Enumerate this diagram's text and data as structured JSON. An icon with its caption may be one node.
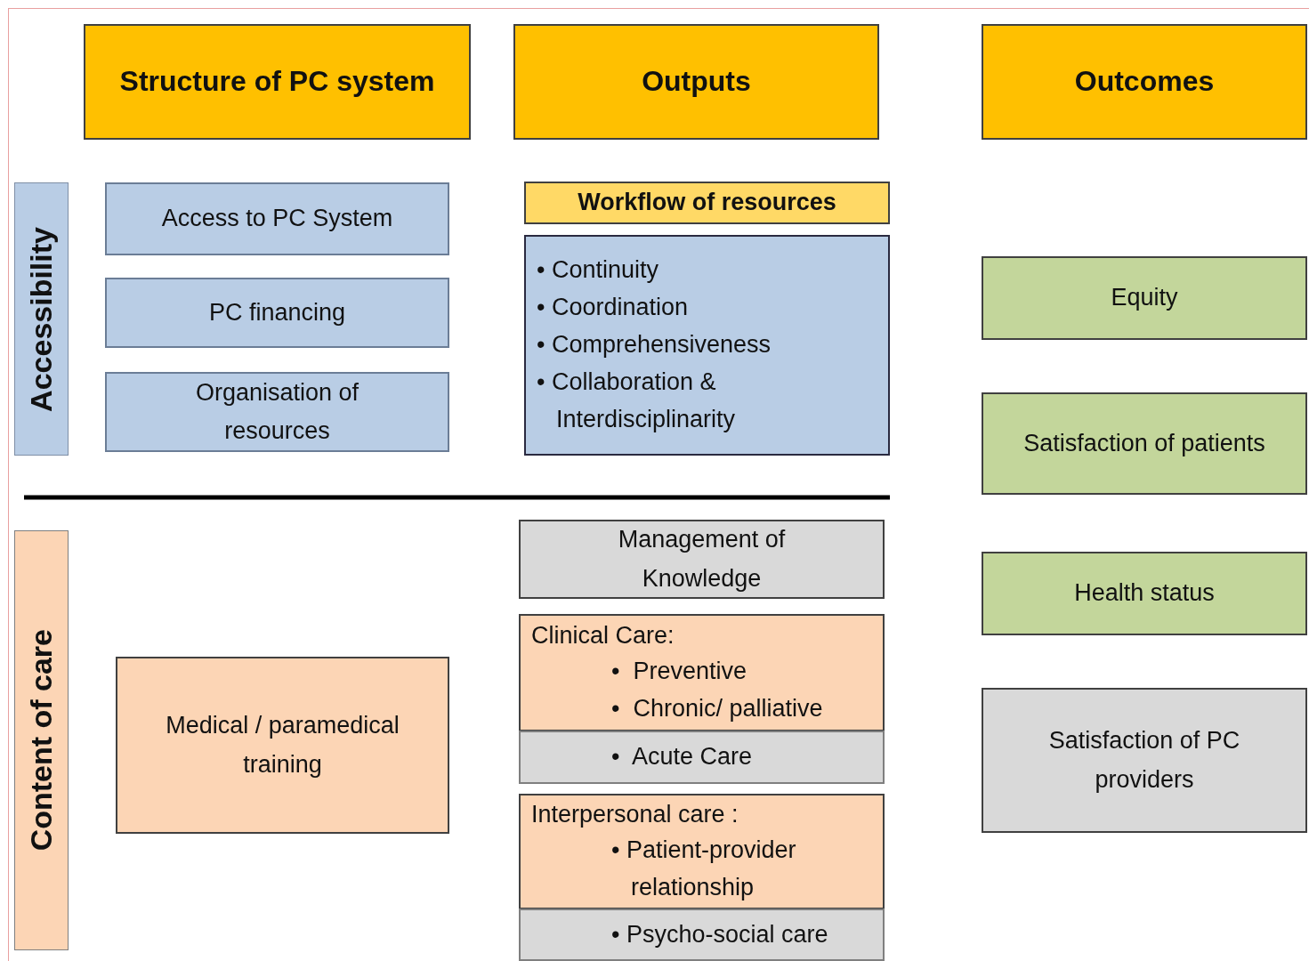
{
  "diagram": {
    "nodes": [
      {
        "text": [
          "Structure of PC system"
        ]
      },
      {
        "text": [
          "Outputs"
        ]
      },
      {
        "text": [
          "Outcomes"
        ]
      },
      {
        "text": [
          "Accessibility"
        ]
      },
      {
        "text": [
          "Access to PC System"
        ]
      },
      {
        "text": [
          "PC financing"
        ]
      },
      {
        "text": [
          "Organisation of resources"
        ]
      },
      {
        "text": [
          "Workflow of resources"
        ]
      },
      {
        "text": [
          "• Continuity",
          "• Coordination",
          "• Comprehensiveness",
          "• Collaboration & Interdisciplinarity"
        ]
      },
      {
        "text": [
          "Equity"
        ]
      },
      {
        "text": [
          "Satisfaction of patients"
        ]
      },
      {
        "text": [
          "Content of care"
        ]
      },
      {
        "text": [
          "Management of Knowledge"
        ]
      },
      {
        "text": [
          "Medical / paramedical training"
        ]
      },
      {
        "text": [
          "Clinical Care:",
          "•  Preventive",
          "•  Chronic/ palliative"
        ]
      },
      {
        "text": [
          "•  Acute Care"
        ]
      },
      {
        "text": [
          "Health status"
        ]
      },
      {
        "text": [
          "Satisfaction of PC providers"
        ]
      },
      {
        "text": [
          "Interpersonal care :",
          "• Patient-provider relationship"
        ]
      },
      {
        "text": [
          "• Psycho-social care"
        ]
      }
    ]
  }
}
